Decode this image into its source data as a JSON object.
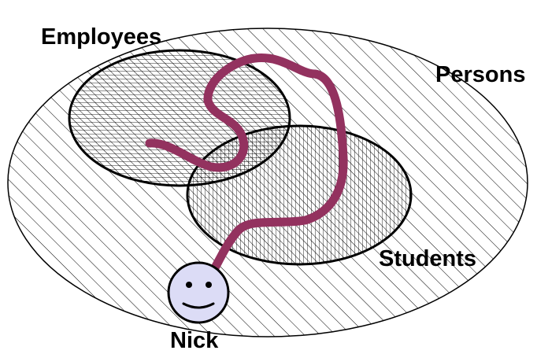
{
  "diagram": {
    "labels": {
      "employees": "Employees",
      "persons": "Persons",
      "students": "Students",
      "nick": "Nick"
    },
    "colors": {
      "background": "#ffffff",
      "outline": "#000000",
      "hatch": "#000000",
      "path": "#93325f",
      "face_fill": "#dcdcf6"
    },
    "icons": {
      "person": "smiley-face-icon"
    }
  }
}
